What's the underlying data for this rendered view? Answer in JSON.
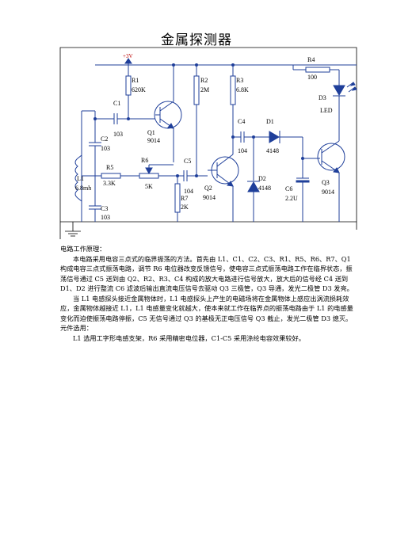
{
  "title": "金属探测器",
  "schematic": {
    "vcc": "+3V",
    "r1": {
      "name": "R1",
      "value": "620K"
    },
    "r2": {
      "name": "R2",
      "value": "2M"
    },
    "r3": {
      "name": "R3",
      "value": "6.8K"
    },
    "r4": {
      "name": "R4",
      "value": "100"
    },
    "r5": {
      "name": "R5",
      "value": "3.3K"
    },
    "r6": {
      "name": "R6",
      "value": "5K"
    },
    "r7": {
      "name": "R7",
      "value": "2K"
    },
    "c1": {
      "name": "C1",
      "value": "103"
    },
    "c2": {
      "name": "C2",
      "value": "103"
    },
    "c3": {
      "name": "C3",
      "value": "103"
    },
    "c4": {
      "name": "C4",
      "value": "104"
    },
    "c5": {
      "name": "C5",
      "value": "104"
    },
    "c6": {
      "name": "C6",
      "value": "2.2U"
    },
    "q1": {
      "name": "Q1",
      "value": "9014"
    },
    "q2": {
      "name": "Q2",
      "value": "9014"
    },
    "q3": {
      "name": "Q3",
      "value": "9014"
    },
    "d1": {
      "name": "D1",
      "value": "4148"
    },
    "d2": {
      "name": "D2",
      "value": "4148"
    },
    "d3": {
      "name": "D3",
      "value": "LED"
    },
    "l1": {
      "name": "L1",
      "value": "6.8mh"
    }
  },
  "text": {
    "principle_heading": "电路工作原理：",
    "para1": "本电路采用电容三点式的临界振荡的方法。首先由 L1、C1、C2、C3、R1、R5、R6、R7、Q1 构成电容三点式振荡电路，调节 R6 电位器改变反馈信号，使电容三点式振荡电路工作在临界状态，振荡信号通过 C5 送到由 Q2、R2、R3、C4 构成的放大电路进行信号放大，放大后的信号经 C4 送到 D1、D2 进行整流 C6 滤波后输出直流电压信号去驱动 Q3 三极管，Q3 导通，发光二极管 D3 发亮。",
    "para2": "当 L1 电感探头接近金属物体时，L1 电感探头上产生的电磁场将在金属物体上感应出涡流损耗效应，金属物体越接近 L1，L1 电感量变化就越大，使本来就工作在临界点的振荡电路由于 L1 的电感量变化而迫使振荡电路停振，C5 无信号通过 Q3 的基极无正电压信号 Q3 截止，发光二极管 D3 熄灭。",
    "parts_heading": "元件选用：",
    "para3": "L1 选用工字形电感支架，R6 采用精密电位器，C1-C5 采用涤纶电容效果较好。"
  }
}
